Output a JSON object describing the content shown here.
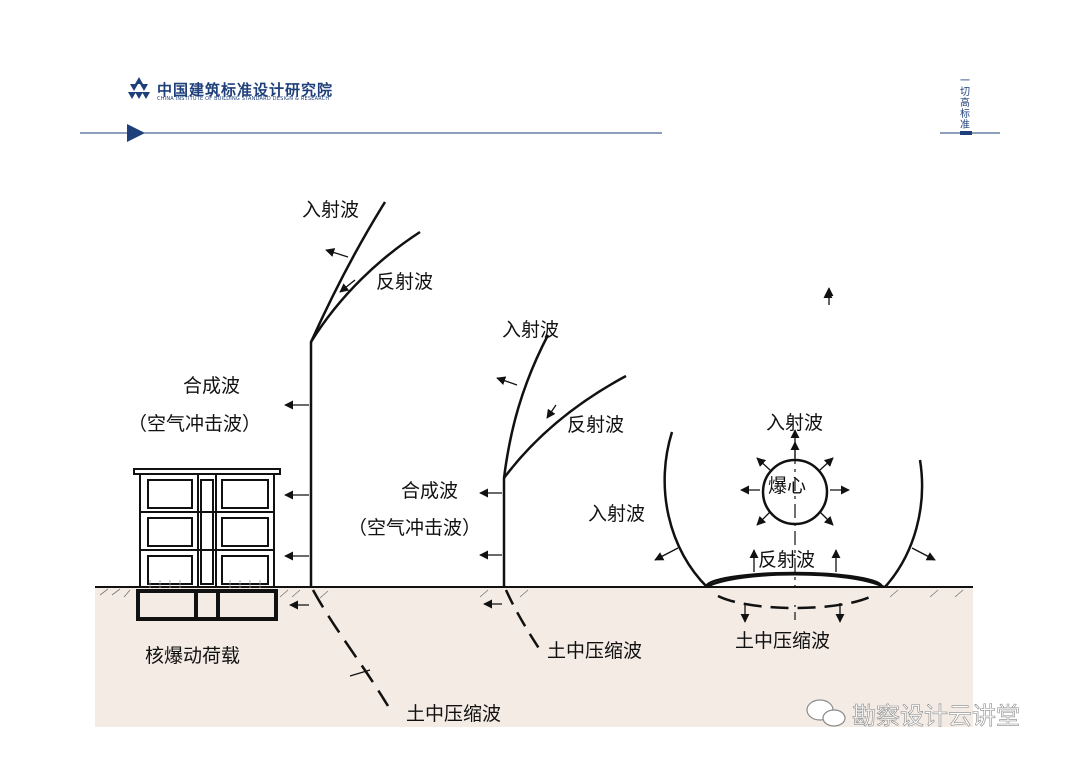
{
  "header": {
    "org_name": "中国建筑标准设计研究院",
    "org_name_en": "CHINA INSTITUTE OF BUILDING STANDARD DESIGN & RESEARCH",
    "side_tag": "一切高标准",
    "brand_color": "#1e3f7a"
  },
  "diagram": {
    "labels": {
      "incident_1": "入射波",
      "reflected_1": "反射波",
      "composite_1": "合成波",
      "air_shock_1": "（空气冲击波）",
      "incident_2": "入射波",
      "reflected_2": "反射波",
      "composite_2": "合成波",
      "air_shock_2": "（空气冲击波）",
      "incident_top_3": "入射波",
      "burst_center": "爆心",
      "incident_left_3": "入射波",
      "reflected_3": "反射波",
      "soil_wave_1": "土中压缩波",
      "soil_wave_2": "土中压缩波",
      "soil_wave_3": "土中压缩波",
      "nuclear_load": "核爆动荷载"
    },
    "ground_color": "#f3ebe4"
  },
  "watermark": {
    "text": "勘察设计云讲堂",
    "icon": "wechat-icon"
  }
}
